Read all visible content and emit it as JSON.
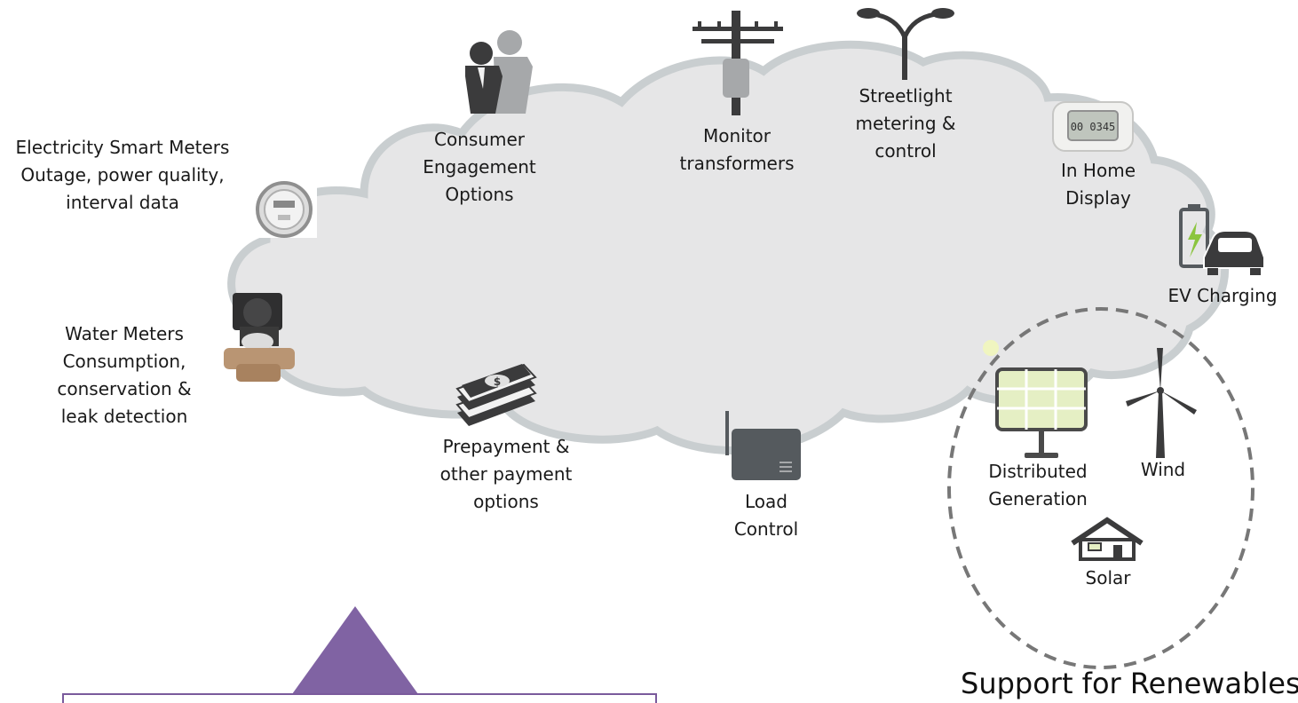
{
  "labels": {
    "electricity_meters": [
      "Electricity Smart Meters",
      "Outage, power quality,",
      "interval data"
    ],
    "water_meters": [
      "Water Meters",
      "Consumption,",
      "conservation &",
      "leak detection"
    ],
    "consumer_engagement": [
      "Consumer",
      "Engagement",
      "Options"
    ],
    "monitor_transformers": [
      "Monitor",
      "transformers"
    ],
    "streetlight": [
      "Streetlight",
      "metering &",
      "control"
    ],
    "in_home_display": [
      "In Home",
      "Display"
    ],
    "ev_charging": [
      "EV Charging"
    ],
    "prepayment": [
      "Prepayment &",
      "other payment",
      "options"
    ],
    "load_control": [
      "Load",
      "Control"
    ],
    "distributed_generation": [
      "Distributed",
      "Generation"
    ],
    "wind": [
      "Wind"
    ],
    "solar": [
      "Solar"
    ]
  },
  "display_reading": "00 0345",
  "renewables_title": "Support for Renewables",
  "colors": {
    "cloud_fill": "#e6e6e7",
    "cloud_outline": "#c9ced0",
    "icon_gray": "#555a5e",
    "icon_light": "#a6a8aa",
    "solar_panel": "#e5efc4",
    "triangle": "#8063a3",
    "box_border": "#7a5a9c",
    "dashed_ellipse": "#777777"
  },
  "icons": [
    "meter-icon",
    "water-meter-icon",
    "people-icon",
    "utility-pole-icon",
    "streetlight-icon",
    "in-home-display-icon",
    "ev-charging-icon",
    "money-stack-icon",
    "load-control-device-icon",
    "solar-panel-icon",
    "wind-turbine-icon",
    "house-icon",
    "sun-icon"
  ]
}
